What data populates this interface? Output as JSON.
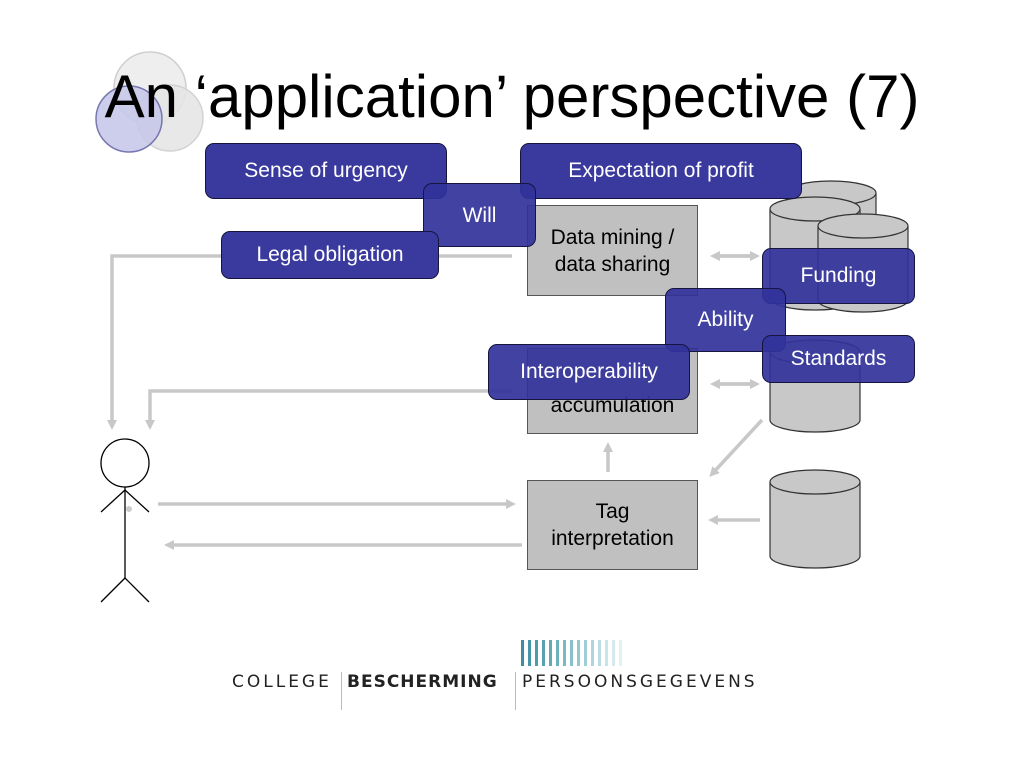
{
  "slide": {
    "title": "An ‘application’ perspective (7)"
  },
  "boxes": {
    "data_mining": [
      "Data mining /",
      "data sharing"
    ],
    "accumulation": [
      "accumulation"
    ],
    "tag_interpretation": [
      "Tag",
      "interpretation"
    ]
  },
  "tags": {
    "sense_of_urgency": "Sense of urgency",
    "expectation_of_profit": "Expectation of profit",
    "will": "Will",
    "legal_obligation": "Legal obligation",
    "funding": "Funding",
    "ability": "Ability",
    "standards": "Standards",
    "interoperability": "Interoperability"
  },
  "logo": {
    "college": "COLLEGE",
    "bescherming": "BESCHERMING",
    "persoonsgegevens": "PERSOONSGEGEVENS"
  },
  "colors": {
    "tag_fill": "#3c3c9e",
    "box_fill": "#c0c0c0",
    "arrow": "#c8c8c8",
    "logo_stripe": "#4a9aa8"
  }
}
